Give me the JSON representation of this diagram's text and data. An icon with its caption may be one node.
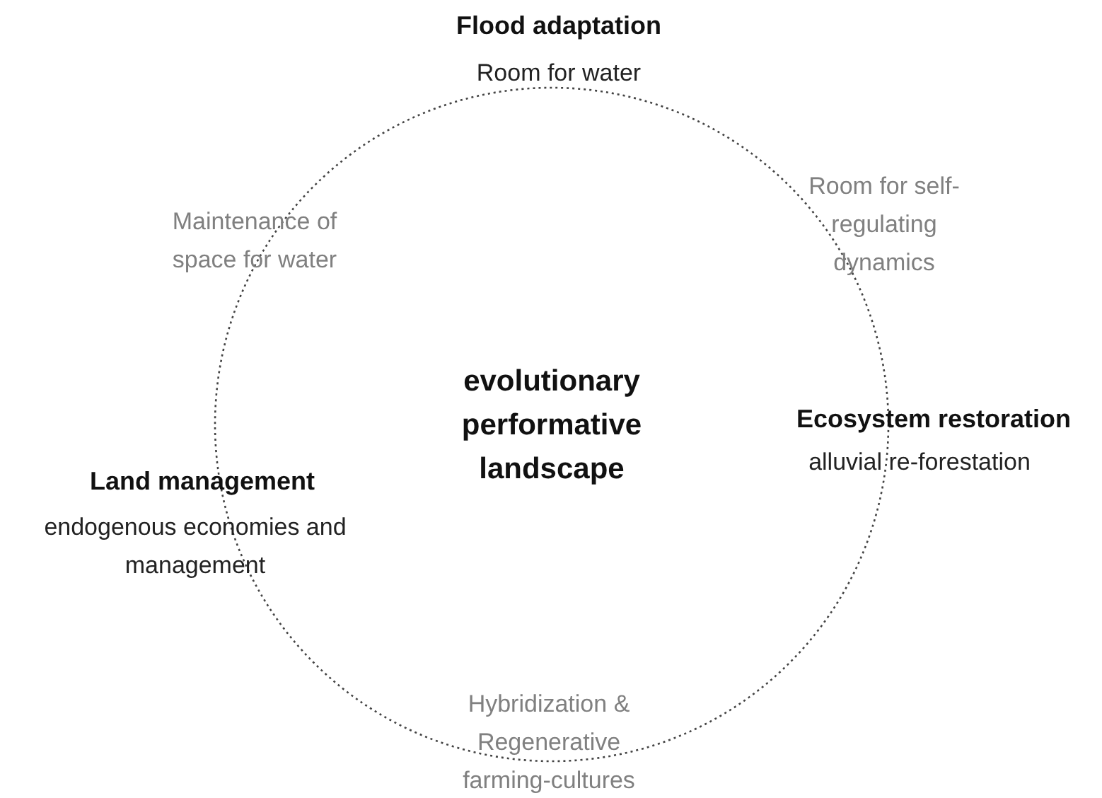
{
  "diagram": {
    "nodes": [
      {
        "text": [
          "evolutionary performative landscape"
        ]
      }
    ],
    "edges": [],
    "labels": [
      "Flood adaptation",
      "Room for water",
      "Maintenance of space for water",
      "Room for self-regulating dynamics",
      "Ecosystem restoration",
      "alluvial re-forestation",
      "Land management",
      "endogenous economies and management",
      "Hybridization & Regenerative farming-cultures"
    ]
  }
}
